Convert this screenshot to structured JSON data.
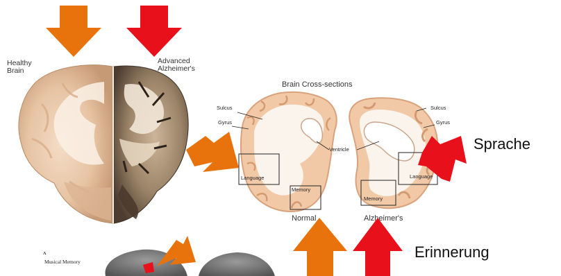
{
  "photo": {
    "healthy_label": "Healthy\nBrain",
    "alzheimer_label": "Advanced\nAlzheimer's"
  },
  "cross_section": {
    "title": "Brain Cross-sections",
    "normal_label": "Normal",
    "alzheimer_label": "Alzheimer's",
    "sulcus_label": "Sulcus",
    "gyrus_label": "Gyrus",
    "ventricle_label": "Ventricle",
    "language_label": "Language",
    "memory_label": "Memory"
  },
  "annotations": {
    "sprache": "Sprache",
    "erinnerung": "Erinnerung"
  },
  "inset": {
    "panel_letter": "A",
    "title": "Musical Memory"
  },
  "colors": {
    "orange_arrow": "#E8730C",
    "red_arrow": "#E8101A",
    "tissue": "#EFC8A4",
    "tissue_edge": "#D9A27C",
    "white_matter": "#FBF6F0",
    "atrophied": "#7A6A58"
  }
}
